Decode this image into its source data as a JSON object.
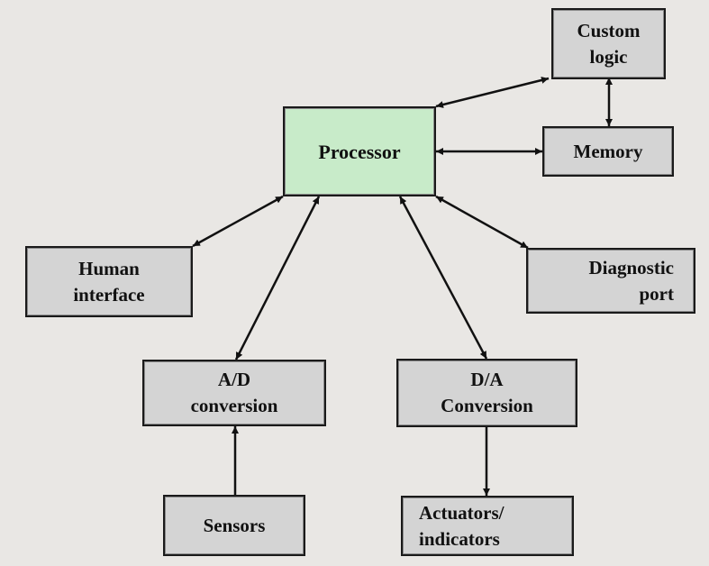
{
  "diagram": {
    "nodes": {
      "processor": "Processor",
      "custom_logic": "Custom\nlogic",
      "memory": "Memory",
      "human_interface": "Human\ninterface",
      "diagnostic_port": "Diagnostic\nport",
      "ad_conversion": "A/D\nconversion",
      "da_conversion": "D/A\nConversion",
      "sensors": "Sensors",
      "actuators": "Actuators/\nindicators"
    },
    "edges": [
      {
        "from": "processor",
        "to": "custom_logic",
        "direction": "both"
      },
      {
        "from": "custom_logic",
        "to": "memory",
        "direction": "both"
      },
      {
        "from": "processor",
        "to": "memory",
        "direction": "both"
      },
      {
        "from": "processor",
        "to": "human_interface",
        "direction": "both"
      },
      {
        "from": "processor",
        "to": "diagnostic_port",
        "direction": "both"
      },
      {
        "from": "processor",
        "to": "ad_conversion",
        "direction": "both"
      },
      {
        "from": "processor",
        "to": "da_conversion",
        "direction": "both"
      },
      {
        "from": "sensors",
        "to": "ad_conversion",
        "direction": "forward"
      },
      {
        "from": "da_conversion",
        "to": "actuators",
        "direction": "forward"
      }
    ],
    "colors": {
      "processor_fill": "#c8ebc9",
      "box_fill": "#d4d4d4",
      "background": "#e9e7e4",
      "line": "#111111"
    }
  }
}
